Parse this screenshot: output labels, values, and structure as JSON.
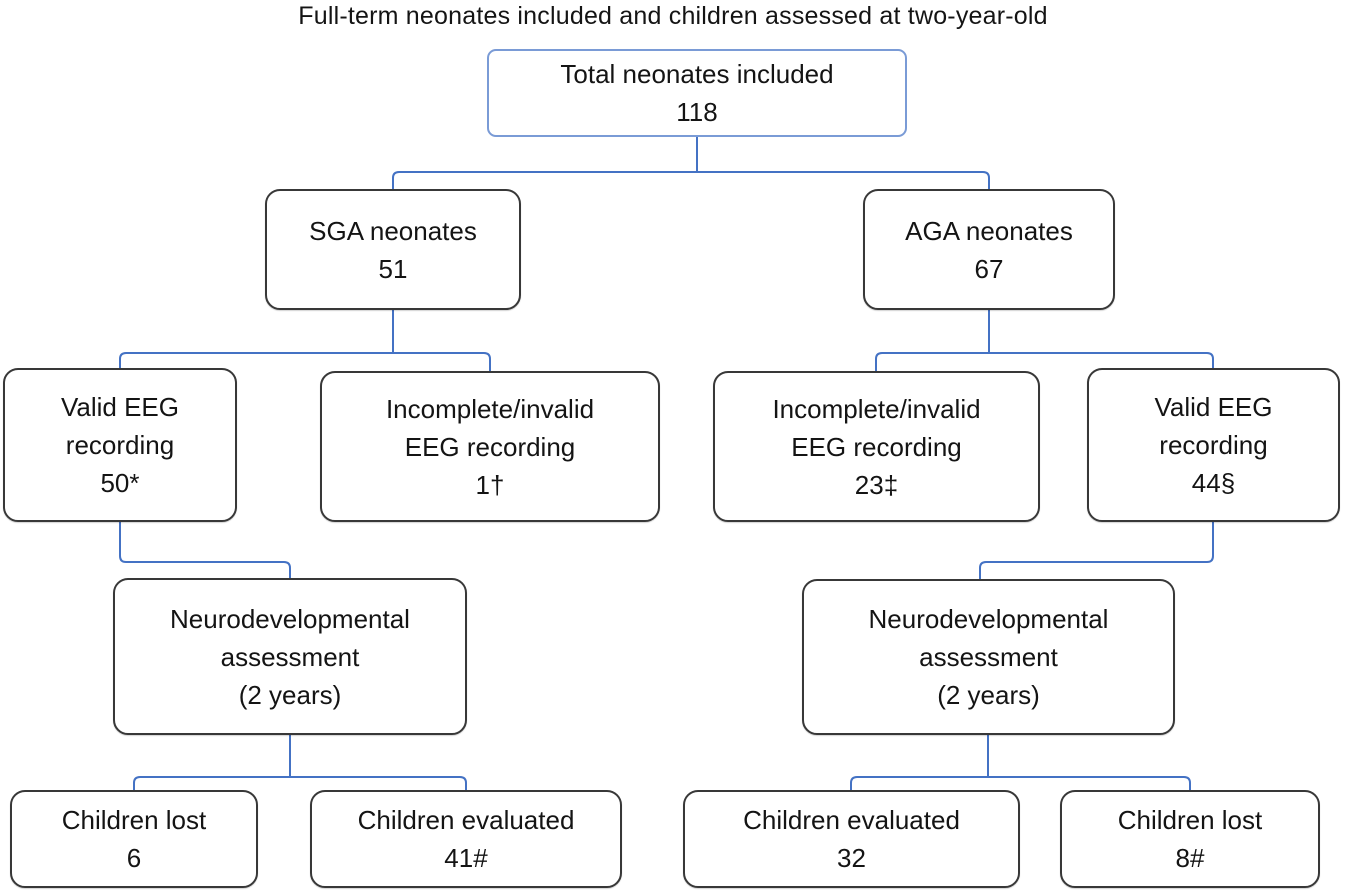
{
  "title": "Full-term neonates included and children assessed at two-year-old",
  "colors": {
    "connector_blue": "#4472C4",
    "root_border_blue": "#7A9BD6",
    "node_border_dark": "#383838",
    "text_color": "#141414",
    "background": "#FFFFFF"
  },
  "nodes": {
    "total": {
      "label": "Total neonates included",
      "value": "118"
    },
    "sga": {
      "label": "SGA neonates",
      "value": "51"
    },
    "aga": {
      "label": "AGA neonates",
      "value": "67"
    },
    "sga_valid": {
      "label": "Valid EEG\nrecording",
      "value": "50*"
    },
    "sga_invalid": {
      "label": "Incomplete/invalid\nEEG recording",
      "value": "1†"
    },
    "aga_invalid": {
      "label": "Incomplete/invalid\nEEG recording",
      "value": "23‡"
    },
    "aga_valid": {
      "label": "Valid EEG\nrecording",
      "value": "44§"
    },
    "neuro_sga": {
      "label": "Neurodevelopmental\nassessment",
      "value": "(2 years)"
    },
    "neuro_aga": {
      "label": "Neurodevelopmental\nassessment",
      "value": "(2 years)"
    },
    "lost_sga": {
      "label": "Children lost",
      "value": "6"
    },
    "eval_sga": {
      "label": "Children evaluated",
      "value": "41#"
    },
    "eval_aga": {
      "label": "Children evaluated",
      "value": "32"
    },
    "lost_aga": {
      "label": "Children lost",
      "value": "8#"
    }
  }
}
